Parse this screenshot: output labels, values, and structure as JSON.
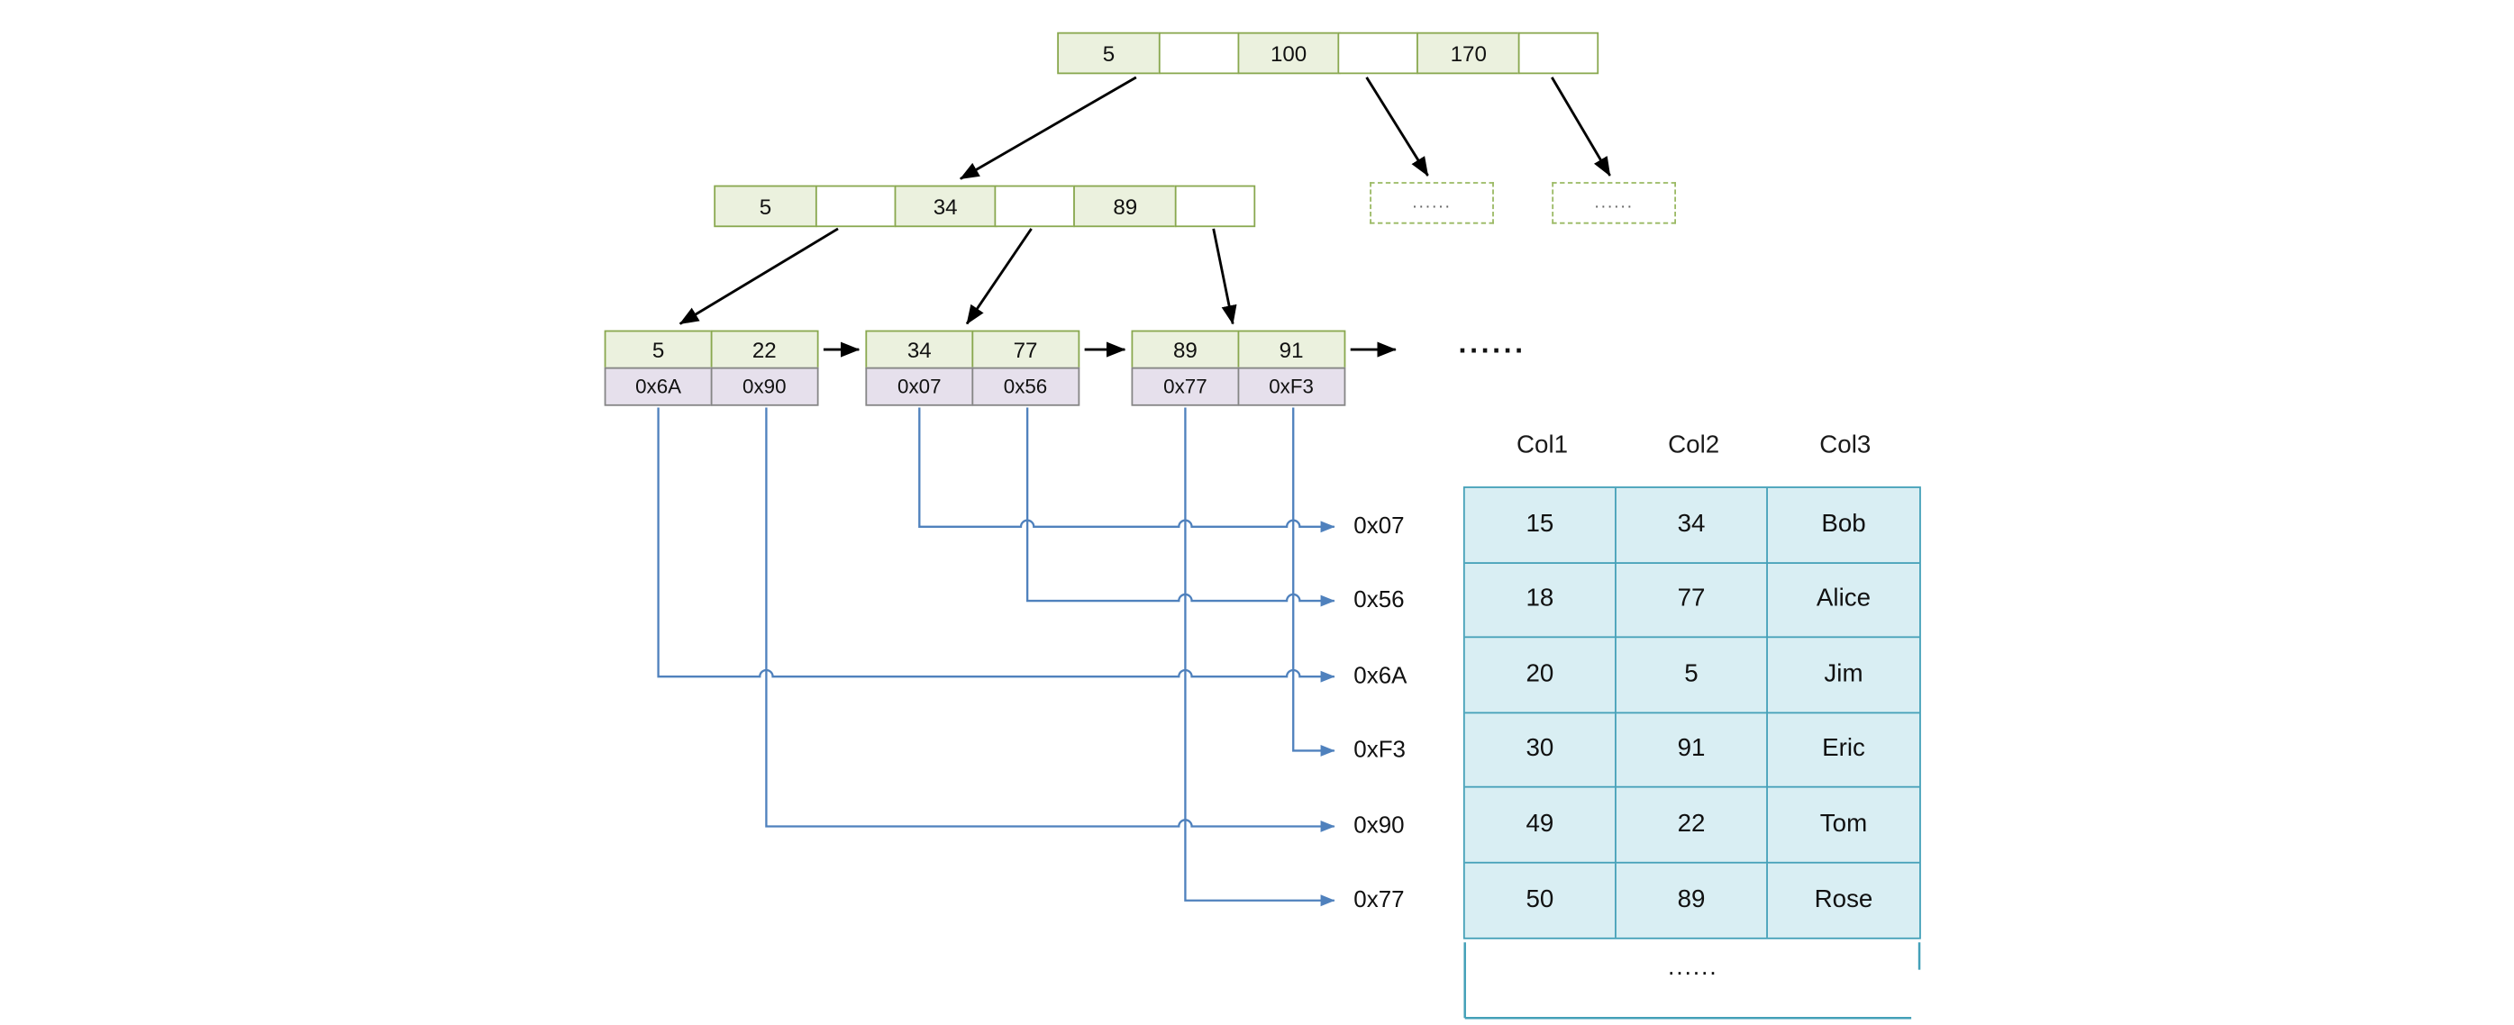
{
  "tree": {
    "root": {
      "keys": [
        "5",
        "100",
        "170"
      ]
    },
    "internal": {
      "keys": [
        "5",
        "34",
        "89"
      ]
    },
    "leaves": [
      {
        "keys": [
          "5",
          "22"
        ],
        "addrs": [
          "0x6A",
          "0x90"
        ]
      },
      {
        "keys": [
          "34",
          "77"
        ],
        "addrs": [
          "0x07",
          "0x56"
        ]
      },
      {
        "keys": [
          "89",
          "91"
        ],
        "addrs": [
          "0x77",
          "0xF3"
        ]
      }
    ],
    "dashed_left": "......",
    "dashed_right": "......",
    "leaf_chain_continuation": "......"
  },
  "pointers": {
    "labels": [
      "0x07",
      "0x56",
      "0x6A",
      "0xF3",
      "0x90",
      "0x77"
    ]
  },
  "table": {
    "headers": [
      "Col1",
      "Col2",
      "Col3"
    ],
    "rows": [
      [
        "15",
        "34",
        "Bob"
      ],
      [
        "18",
        "77",
        "Alice"
      ],
      [
        "20",
        "5",
        "Jim"
      ],
      [
        "30",
        "91",
        "Eric"
      ],
      [
        "49",
        "22",
        "Tom"
      ],
      [
        "50",
        "89",
        "Rose"
      ]
    ],
    "continuation": "......"
  },
  "colors": {
    "node_fill": "#ebf1de",
    "node_border": "#89a84f",
    "addr_fill": "#e6e0ec",
    "addr_border": "#868686",
    "dashed_border": "#9ab963",
    "table_fill": "#d9eef3",
    "table_border": "#44a0b8",
    "line_blue": "#4f81bd",
    "arrow_black": "#000000"
  }
}
